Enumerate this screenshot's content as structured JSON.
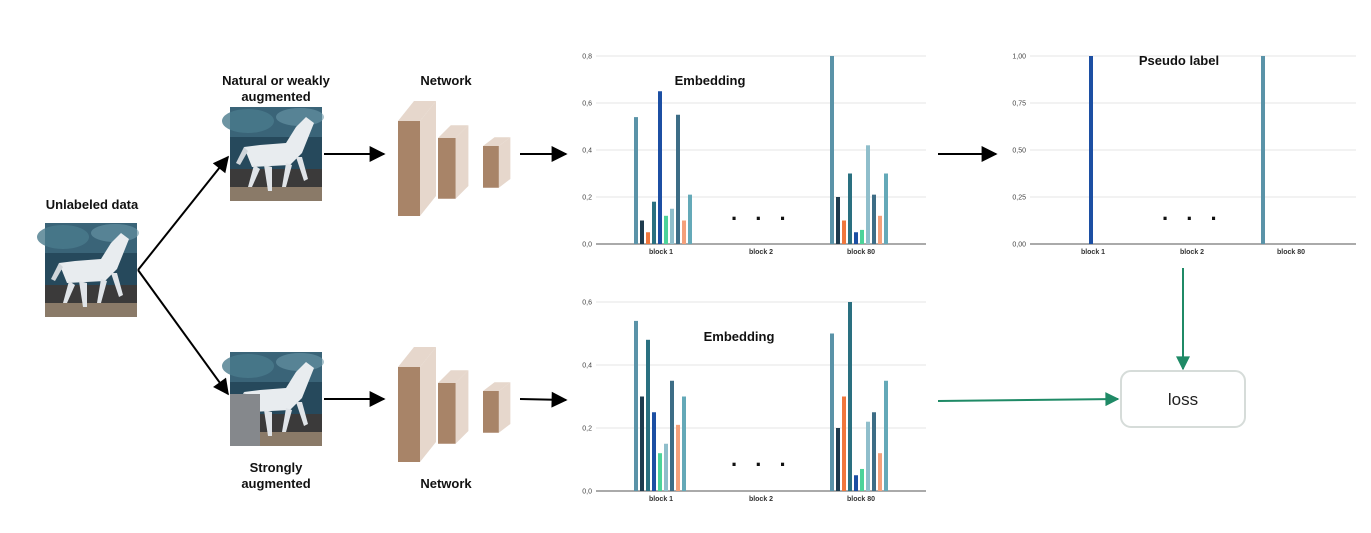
{
  "labels": {
    "unlabeled": "Unlabeled data",
    "weak_line1": "Natural or weakly",
    "weak_line2": "augmented",
    "strong_line1": "Strongly",
    "strong_line2": "augmented",
    "network_top": "Network",
    "network_bottom": "Network",
    "loss": "loss",
    "ellipsis": ". . ."
  },
  "colors": {
    "arrow": "#000000",
    "loss_arrow": "#1f8a66",
    "network_front": "#a88468",
    "network_side": "#e6d7cc"
  },
  "icons": [
    "horse-image",
    "cutout-horse-image",
    "network-layers"
  ],
  "chart_data": [
    {
      "id": "weak",
      "type": "bar",
      "title": "Embedding",
      "categories": [
        "block 1",
        "block 2",
        "block 80"
      ],
      "ylim": [
        0,
        0.8
      ],
      "yticks": [
        "0,0",
        "0,2",
        "0,4",
        "0,6",
        "0,8"
      ],
      "ellipsis_at": "block 2",
      "groups": [
        {
          "category": "block 1",
          "values": [
            0.54,
            0.1,
            0.05,
            0.18,
            0.65,
            0.12,
            0.15,
            0.55,
            0.1,
            0.21
          ],
          "colors": [
            "#5a93a8",
            "#1e3b4e",
            "#f0773c",
            "#2a7080",
            "#1c4fa3",
            "#4cd39a",
            "#8fbecb",
            "#3d6d86",
            "#f4a07a",
            "#64a9b8"
          ]
        },
        {
          "category": "block 80",
          "values": [
            0.8,
            0.2,
            0.1,
            0.3,
            0.05,
            0.06,
            0.42,
            0.21,
            0.12,
            0.3
          ],
          "colors": [
            "#5a93a8",
            "#1e3b4e",
            "#f0773c",
            "#2a7080",
            "#1c4fa3",
            "#4cd39a",
            "#8fbecb",
            "#3d6d86",
            "#f4a07a",
            "#64a9b8"
          ]
        }
      ]
    },
    {
      "id": "pseudo",
      "type": "bar",
      "title": "Pseudo label",
      "categories": [
        "block 1",
        "block 2",
        "block 80"
      ],
      "ylim": [
        0,
        1.0
      ],
      "yticks": [
        "0,00",
        "0,25",
        "0,50",
        "0,75",
        "1,00"
      ],
      "ellipsis_at": "block 2",
      "groups": [
        {
          "category": "block 1",
          "values": [
            1.0
          ],
          "colors": [
            "#1c4fa3"
          ]
        },
        {
          "category": "block 80",
          "values": [
            1.0
          ],
          "colors": [
            "#5a93a8"
          ]
        }
      ]
    },
    {
      "id": "strong",
      "type": "bar",
      "title": "Embedding",
      "categories": [
        "block 1",
        "block 2",
        "block 80"
      ],
      "ylim": [
        0,
        0.6
      ],
      "yticks": [
        "0,0",
        "0,2",
        "0,4",
        "0,6"
      ],
      "ellipsis_at": "block 2",
      "groups": [
        {
          "category": "block 1",
          "values": [
            0.54,
            0.3,
            0.48,
            0.25,
            0.12,
            0.15,
            0.35,
            0.21,
            0.3
          ],
          "colors": [
            "#5a93a8",
            "#1e3b4e",
            "#2a7080",
            "#1c4fa3",
            "#4cd39a",
            "#8fbecb",
            "#3d6d86",
            "#f4a07a",
            "#64a9b8"
          ]
        },
        {
          "category": "block 80",
          "values": [
            0.5,
            0.2,
            0.3,
            0.6,
            0.05,
            0.07,
            0.22,
            0.25,
            0.12,
            0.35
          ],
          "colors": [
            "#5a93a8",
            "#1e3b4e",
            "#f0773c",
            "#2a7080",
            "#1c4fa3",
            "#4cd39a",
            "#8fbecb",
            "#3d6d86",
            "#f4a07a",
            "#64a9b8"
          ]
        }
      ]
    }
  ]
}
